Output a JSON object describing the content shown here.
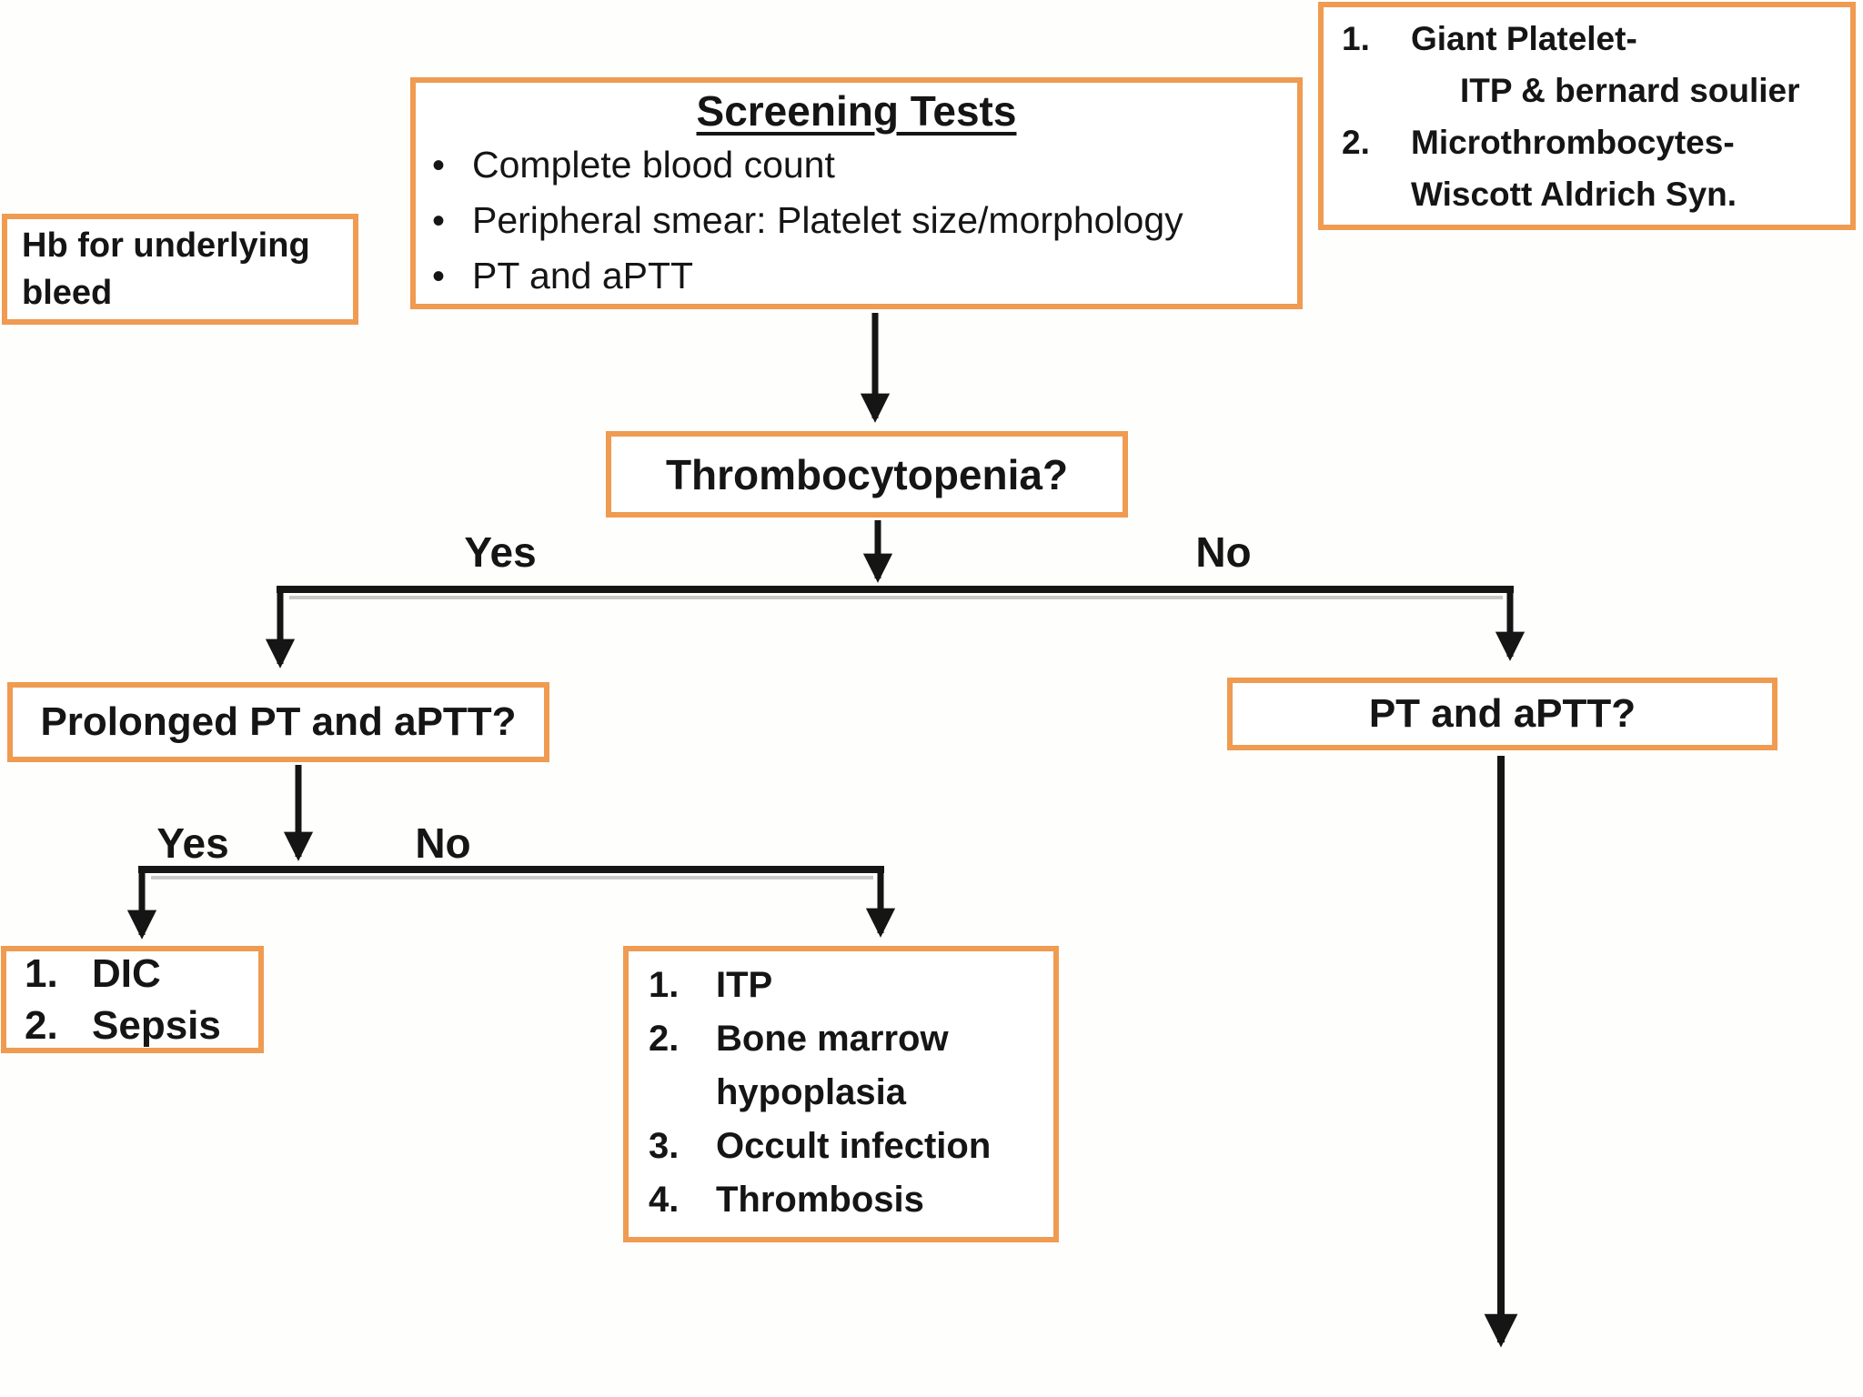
{
  "colors": {
    "box_border_orange": "#EF9B51",
    "arrow_black": "#151515",
    "text_black": "#151515",
    "background_white": "#FEFEFC",
    "line_shadow_gray": "#C8C8C8"
  },
  "boxes": {
    "hb_note": {
      "line1": "Hb for underlying",
      "line2": "bleed"
    },
    "screening": {
      "title": "Screening Tests",
      "bullet_char": "•",
      "items": [
        "Complete blood count",
        "Peripheral smear: Platelet size/morphology",
        "PT and aPTT"
      ]
    },
    "platelet_note": {
      "lines": [
        {
          "num": "1.",
          "text": "Giant Platelet-"
        },
        {
          "num": "",
          "text": "ITP & bernard soulier"
        },
        {
          "num": "2.",
          "text": "Microthrombocytes-"
        },
        {
          "num": "",
          "text": "Wiscott Aldrich Syn."
        }
      ]
    },
    "thrombocytopenia": {
      "text": "Thrombocytopenia?"
    },
    "prolonged_pt_aptt": {
      "text": "Prolonged PT and aPTT?"
    },
    "pt_aptt": {
      "text": "PT and aPTT?"
    },
    "dic_sepsis": {
      "lines": [
        {
          "num": "1.",
          "text": "DIC"
        },
        {
          "num": "2.",
          "text": "Sepsis"
        }
      ]
    },
    "itp_outcomes": {
      "lines": [
        {
          "num": "1.",
          "text": "ITP"
        },
        {
          "num": "2.",
          "text": "Bone marrow hypoplasia"
        },
        {
          "num": "3.",
          "text": "Occult infection"
        },
        {
          "num": "4.",
          "text": "Thrombosis"
        }
      ]
    }
  },
  "branches": {
    "branch1": {
      "yes": "Yes",
      "no": "No"
    },
    "branch2": {
      "yes": "Yes",
      "no": "No"
    }
  }
}
